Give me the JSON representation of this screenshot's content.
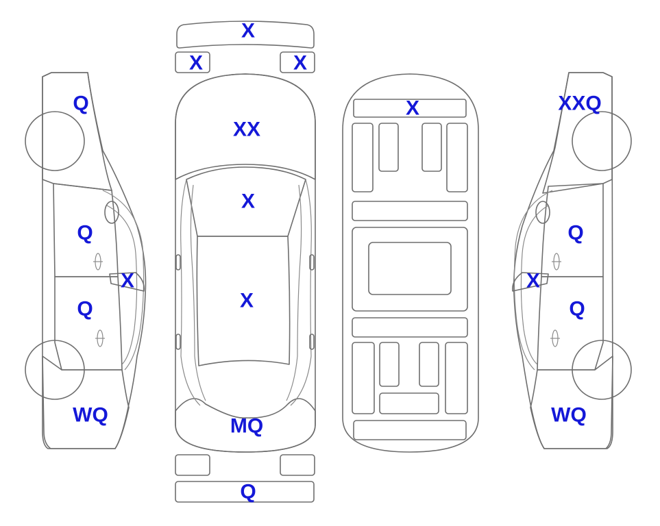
{
  "colors": {
    "damaged": "#FCA82C",
    "glass": "#E1F6FC",
    "plain": "#FFFFFF",
    "outline": "#6E6E6E",
    "label": "#1418D8"
  },
  "labels": {
    "front_bumper": "X",
    "headlight_left": "X",
    "headlight_right": "X",
    "windshield": "XX",
    "hood": "X",
    "roof": "X",
    "rear_window": "MQ",
    "rear_bumper": "Q",
    "floor_front": "X",
    "left_front_fender": "Q",
    "left_front_door": "Q",
    "left_rear_door": "Q",
    "left_mirror": "X",
    "left_rear_quarter": "WQ",
    "right_front_glass": "XXQ",
    "right_front_door": "Q",
    "right_rear_door": "Q",
    "right_mirror": "X",
    "right_rear_quarter": "WQ"
  }
}
